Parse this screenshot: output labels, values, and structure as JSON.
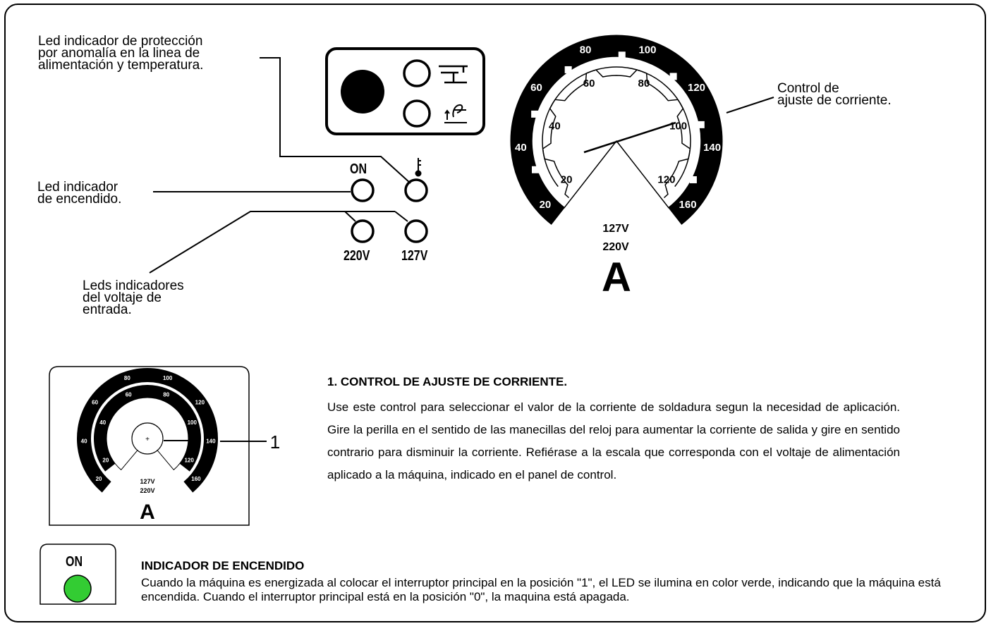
{
  "callouts": {
    "protection_led": [
      "Led indicador de protección",
      "por anomalía en la linea de",
      "alimentación  y  temperatura."
    ],
    "power_led": [
      "Led  indicador",
      "de  encendido."
    ],
    "voltage_leds": [
      "Leds  indicadores",
      "del  voltaje  de",
      "entrada."
    ],
    "current_control": [
      "Control  de",
      "ajuste  de  corriente."
    ]
  },
  "panel_labels": {
    "on": "ON",
    "v220": "220V",
    "v127": "127V"
  },
  "dial": {
    "outer_scale": [
      "20",
      "40",
      "60",
      "80",
      "100",
      "120",
      "140",
      "160"
    ],
    "inner_scale": [
      "20",
      "40",
      "60",
      "80",
      "100",
      "120"
    ],
    "voltage_top": "127V",
    "voltage_bottom": "220V",
    "unit": "A"
  },
  "small_dial": {
    "outer_scale": [
      "20",
      "40",
      "60",
      "80",
      "100",
      "120",
      "140",
      "160"
    ],
    "inner_scale": [
      "20",
      "40",
      "60",
      "80",
      "100",
      "120"
    ],
    "voltage_top": "127V",
    "voltage_bottom": "220V",
    "unit": "A",
    "callout_number": "1"
  },
  "section1": {
    "title": "1. CONTROL DE AJUSTE DE CORRIENTE.",
    "body": "Use este control para seleccionar el valor de la corriente de soldadura segun la necesidad de aplicación. Gire la perilla en el sentido de las manecillas del reloj para aumentar la corriente de salida y gire en sentido contrario para disminuir la corriente. Refiérase a la escala que corresponda con el voltaje de alimentación aplicado a la máquina, indicado en el panel de control."
  },
  "section2": {
    "indicator_label": "ON",
    "title": "INDICADOR  DE  ENCENDIDO",
    "body": "Cuando la máquina es energizada al colocar el interruptor principal en la posición \"1\", el LED se ilumina en color verde, indicando que la máquina está encendida. Cuando el interruptor principal está en la posición \"0\", la maquina está apagada."
  },
  "colors": {
    "line": "#000000",
    "background": "#ffffff",
    "led_on": "#33cc33"
  },
  "icons": [
    "welding-torch-icon",
    "arc-force-icon",
    "thermometer-icon"
  ]
}
